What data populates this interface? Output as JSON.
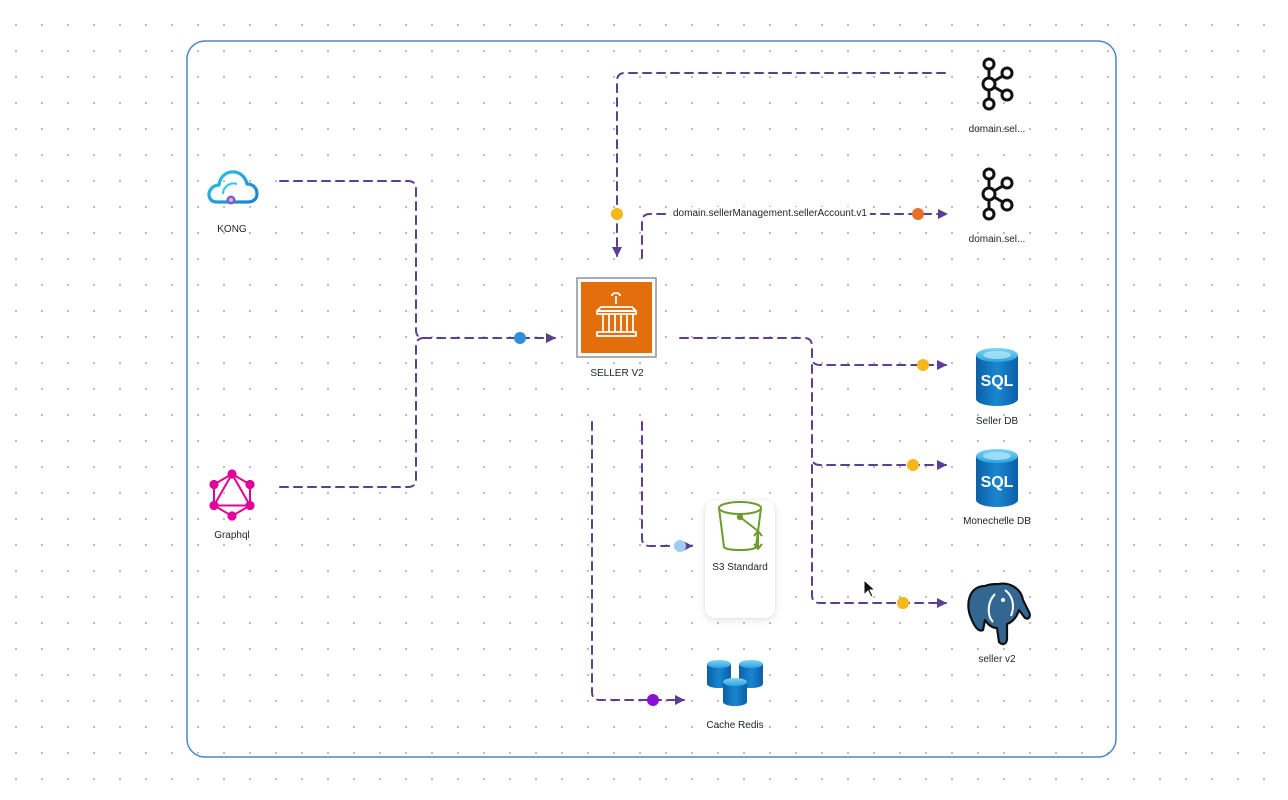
{
  "nodes": {
    "kong": {
      "label": "KONG"
    },
    "graphql": {
      "label": "Graphql"
    },
    "seller_v2_service": {
      "label": "SELLER V2"
    },
    "kafka_top": {
      "label": "domain.sel..."
    },
    "kafka_mid": {
      "label": "domain.sel..."
    },
    "seller_db": {
      "label": "Seller DB",
      "icon_text": "SQL"
    },
    "monechelle_db": {
      "label": "Monechelle DB",
      "icon_text": "SQL"
    },
    "seller_v2_db": {
      "label": "seller v2"
    },
    "s3": {
      "label": "S3 Standard"
    },
    "cache_redis": {
      "label": "Cache Redis"
    }
  },
  "edges": {
    "seller_to_kafka_label": "domain.sellerManagement.sellerAccount.v1"
  },
  "colors": {
    "connector": "#5b3f93",
    "frame": "#4a86c5",
    "dot_blue": "#2f8fd8",
    "dot_yellow": "#f5b71a",
    "dot_orange": "#e8702a",
    "dot_light_blue": "#9dcdf2",
    "dot_purple": "#8a10d6",
    "aws_orange": "#e36f0c",
    "azure_blue": "#1684c8",
    "graphql_pink": "#e10098",
    "s3_green": "#6c9d2a",
    "postgres_blue": "#336791"
  }
}
